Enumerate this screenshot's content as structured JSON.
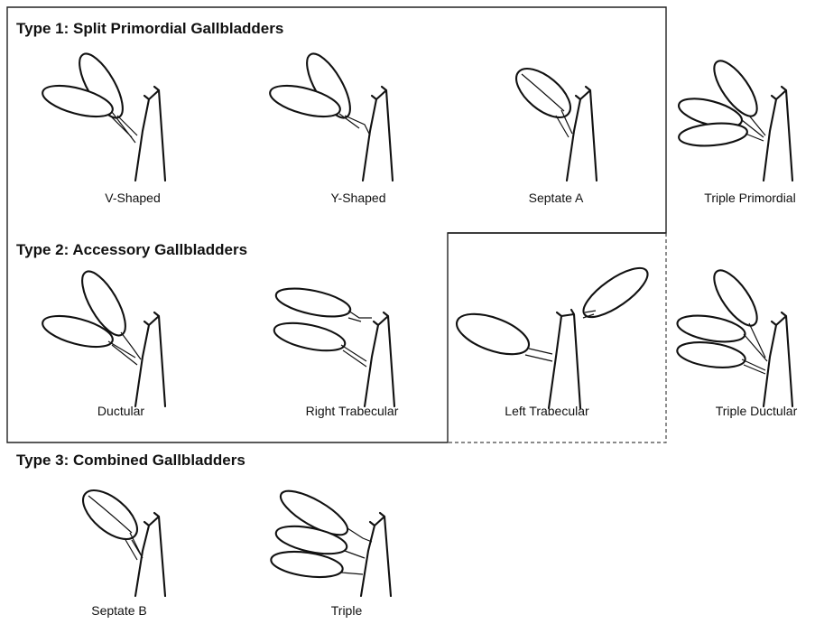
{
  "sections": [
    {
      "title": "Type 1: Split Primordial Gallbladders"
    },
    {
      "title": "Type 2: Accessory Gallbladders"
    },
    {
      "title": "Type 3: Combined Gallbladders"
    }
  ],
  "variants": {
    "v_shaped": "V-Shaped",
    "y_shaped": "Y-Shaped",
    "septate_a": "Septate A",
    "triple_primordial": "Triple Primordial",
    "ductular": "Ductular",
    "right_trabecular": "Right Trabecular",
    "left_trabecular": "Left Trabecular",
    "triple_ductular": "Triple Ductular",
    "septate_b": "Septate B",
    "triple": "Triple"
  }
}
